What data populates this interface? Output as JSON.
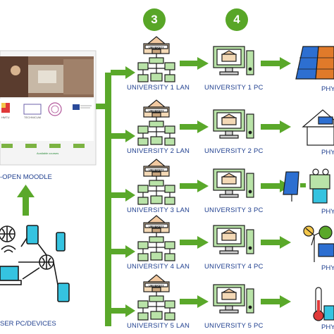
{
  "steps": {
    "step3": "3",
    "step4": "4"
  },
  "moodle": {
    "label": "-OPEN MOODLE",
    "course_captions": [
      "HMTU",
      "TECHNICUM",
      "",
      ""
    ],
    "available_courses": "Available courses"
  },
  "user": {
    "label": "SER PC/DEVICES"
  },
  "rows": [
    {
      "lan": "UNIVERSITY 1 LAN",
      "pc": "UNIVERSITY 1 PC",
      "phy": "PHY"
    },
    {
      "lan": "UNIVERSITY 2 LAN",
      "pc": "UNIVERSITY 2 PC",
      "phy": "PHY"
    },
    {
      "lan": "UNIVERSITY 3 LAN",
      "pc": "UNIVERSITY 3 PC",
      "phy": "PHY"
    },
    {
      "lan": "UNIVERSITY 4 LAN",
      "pc": "UNIVERSITY 4 PC",
      "phy": "PHY"
    },
    {
      "lan": "UNIVERSITY 5 LAN",
      "pc": "UNIVERSITY 5 PC",
      "phy": "PHY"
    }
  ],
  "building_sign": "UNIVERSITY",
  "icons": {
    "network": "lan-network-icon",
    "pc": "desktop-pc-icon",
    "solar": "solar-panel-icon",
    "house": "house-icon",
    "wind": "wind-turbine-icon",
    "thermo": "thermometer-icon",
    "globe": "globe-icon",
    "phone": "smartphone-icon",
    "laptop": "laptop-icon"
  },
  "colors": {
    "arrow": "#5aa82a",
    "text": "#1f3f8f",
    "badge": "#58a627"
  }
}
